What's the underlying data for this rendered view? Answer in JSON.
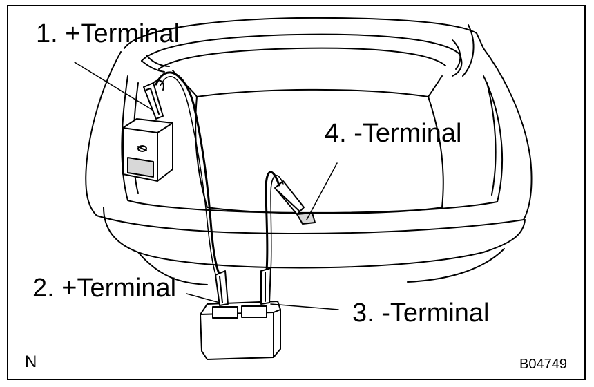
{
  "labels": {
    "terminal_1": "1. +Terminal",
    "terminal_2": "2. +Terminal",
    "terminal_3": "3.  -Terminal",
    "terminal_4": "4.  -Terminal"
  },
  "corner_mark": "N",
  "figure_code": "B04749",
  "colors": {
    "ink": "#000000",
    "paper": "#ffffff",
    "shade": "#d8d8d8"
  }
}
